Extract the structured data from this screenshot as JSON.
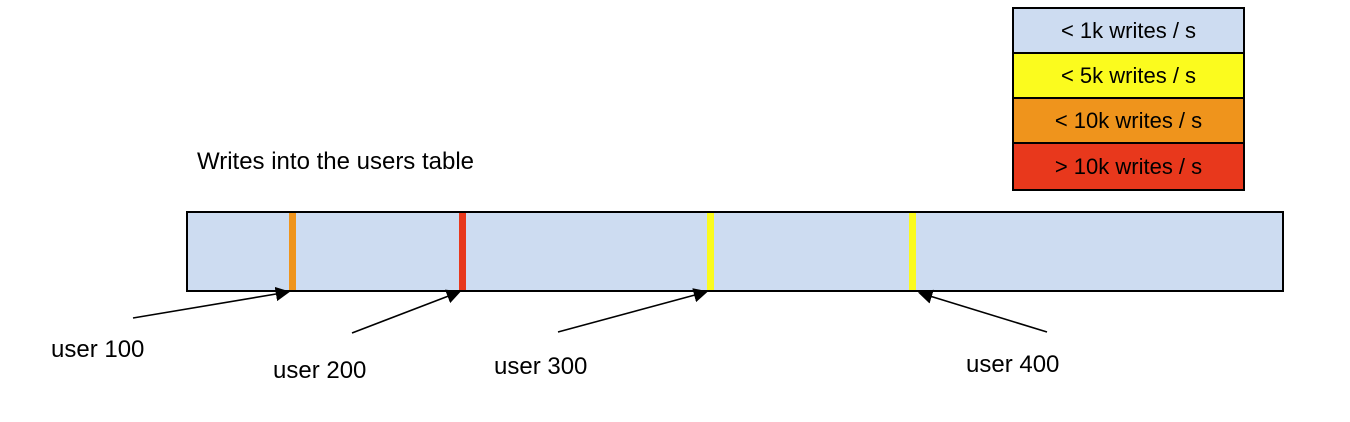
{
  "title": "Writes into the users table",
  "legend": {
    "items": [
      {
        "label": "< 1k writes / s",
        "color": "#cddcf1"
      },
      {
        "label": "< 5k writes / s",
        "color": "#fbfb1e"
      },
      {
        "label": "< 10k writes / s",
        "color": "#ef941c"
      },
      {
        "label": "> 10k writes / s",
        "color": "#e8381c"
      }
    ]
  },
  "bar": {
    "fill": "#cddcf1",
    "stripes": [
      {
        "user": "user 100",
        "color": "#ef941c"
      },
      {
        "user": "user 200",
        "color": "#e8381c"
      },
      {
        "user": "user 300",
        "color": "#fbfb1e"
      },
      {
        "user": "user 400",
        "color": "#fbfb1e"
      }
    ]
  }
}
